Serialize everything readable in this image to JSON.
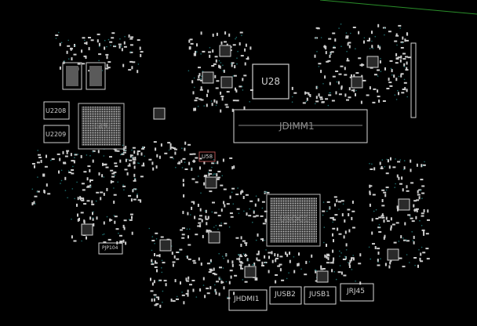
{
  "board": {
    "background": "#000000",
    "accent": "#2a8f2a",
    "silk_color": "#d8d8d8",
    "pad_color": "#cfcfcf",
    "via_color": "#1e6f6f",
    "highlight_color": "#b05050"
  },
  "components": {
    "u28": "U28",
    "jdimm1": "JDIMM1",
    "usoc1": "USOC1",
    "gpu": "GPU",
    "u2208": "U2208",
    "u2209": "U2209",
    "u58": "U58",
    "pjp104": "PJP104",
    "jhdmi1": "JHDMI1",
    "jusb2": "JUSB2",
    "jusb1": "JUSB1",
    "jrj45": "JRJ45"
  }
}
